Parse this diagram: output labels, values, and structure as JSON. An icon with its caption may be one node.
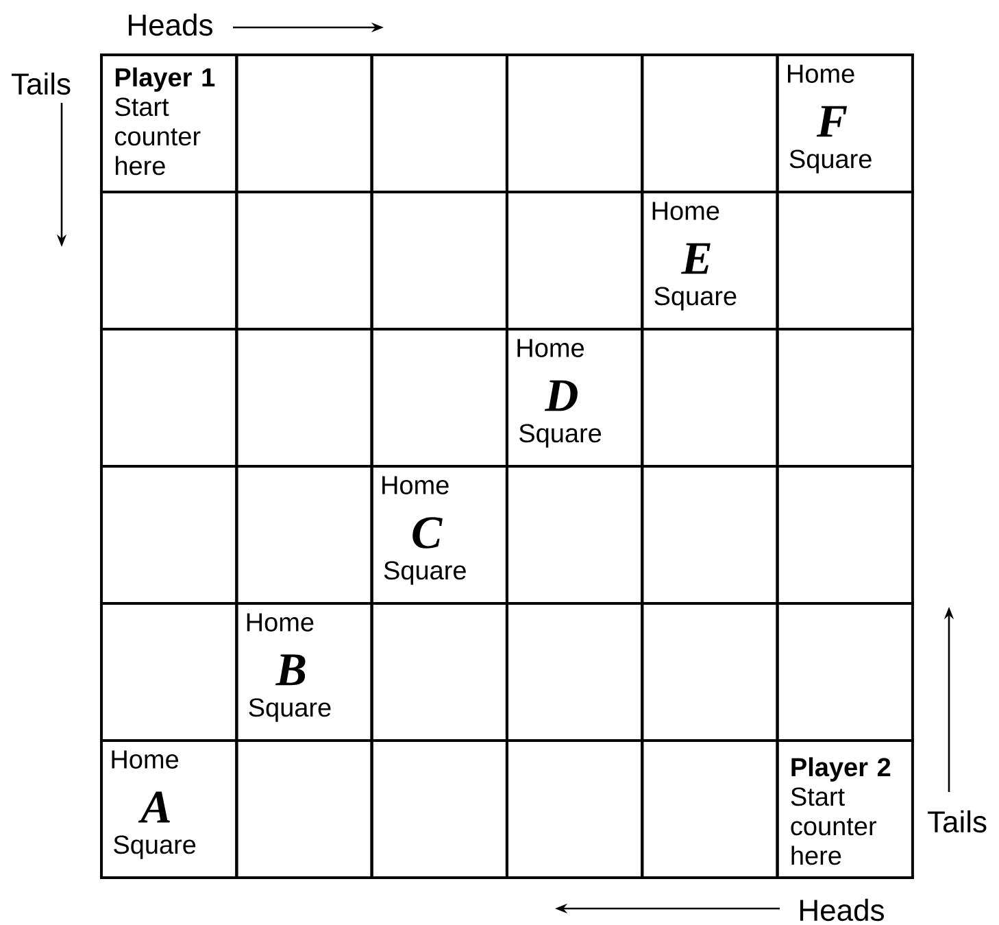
{
  "diagram": {
    "nodes": [
      {
        "text": [
          "Player 1",
          "Start counter here"
        ]
      },
      {
        "text": [],
        "shape": "box"
      },
      {
        "text": [],
        "shape": "box"
      },
      {
        "text": [],
        "shape": "box"
      },
      {
        "text": [],
        "shape": "box"
      },
      {
        "text": [
          "Home",
          "F",
          "Square"
        ]
      },
      {
        "text": [],
        "shape": "box"
      },
      {
        "text": [],
        "shape": "box"
      },
      {
        "text": [],
        "shape": "box"
      },
      {
        "text": [],
        "shape": "box"
      },
      {
        "text": [
          "Home",
          "E",
          "Square"
        ]
      },
      {
        "text": [],
        "shape": "box"
      },
      {
        "text": [],
        "shape": "box"
      },
      {
        "text": [],
        "shape": "box"
      },
      {
        "text": [],
        "shape": "box"
      },
      {
        "text": [
          "Home",
          "D",
          "Square"
        ]
      },
      {
        "text": [],
        "shape": "box"
      },
      {
        "text": [],
        "shape": "box"
      },
      {
        "text": [],
        "shape": "box"
      },
      {
        "text": [],
        "shape": "box"
      },
      {
        "text": [
          "Home",
          "C",
          "Square"
        ]
      },
      {
        "text": [],
        "shape": "box"
      },
      {
        "text": [],
        "shape": "box"
      },
      {
        "text": [],
        "shape": "box"
      },
      {
        "text": [],
        "shape": "box"
      },
      {
        "text": [
          "Home",
          "B",
          "Square"
        ]
      },
      {
        "text": [],
        "shape": "box"
      },
      {
        "text": [],
        "shape": "box"
      },
      {
        "text": [],
        "shape": "box"
      },
      {
        "text": [],
        "shape": "box"
      },
      {
        "text": [
          "Home",
          "A",
          "Square"
        ]
      },
      {
        "text": [],
        "shape": "box"
      },
      {
        "text": [],
        "shape": "box"
      },
      {
        "text": [],
        "shape": "box"
      },
      {
        "text": [],
        "shape": "box"
      },
      {
        "text": [
          "Player 2",
          "Start counter here"
        ]
      }
    ],
    "labels": [
      "Heads",
      "Tails",
      "Tails",
      "Heads"
    ]
  }
}
